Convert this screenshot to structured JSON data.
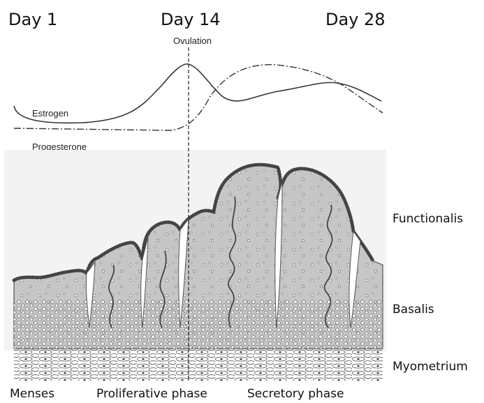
{
  "days": {
    "day1": "Day 1",
    "day14": "Day 14",
    "day28": "Day 28"
  },
  "event": "Ovulation",
  "hormones": {
    "estrogen": "Estrogen",
    "progesterone": "Progesterone"
  },
  "layers": {
    "functionalis": "Functionalis",
    "basalis": "Basalis",
    "myometrium": "Myometrium"
  },
  "phases": {
    "menses": "Menses",
    "proliferative": "Proliferative phase",
    "secretory": "Secretory phase"
  },
  "colors": {
    "tissue": "#c4c4c4",
    "background_band": "#f1f1f1",
    "line": "#333333"
  }
}
